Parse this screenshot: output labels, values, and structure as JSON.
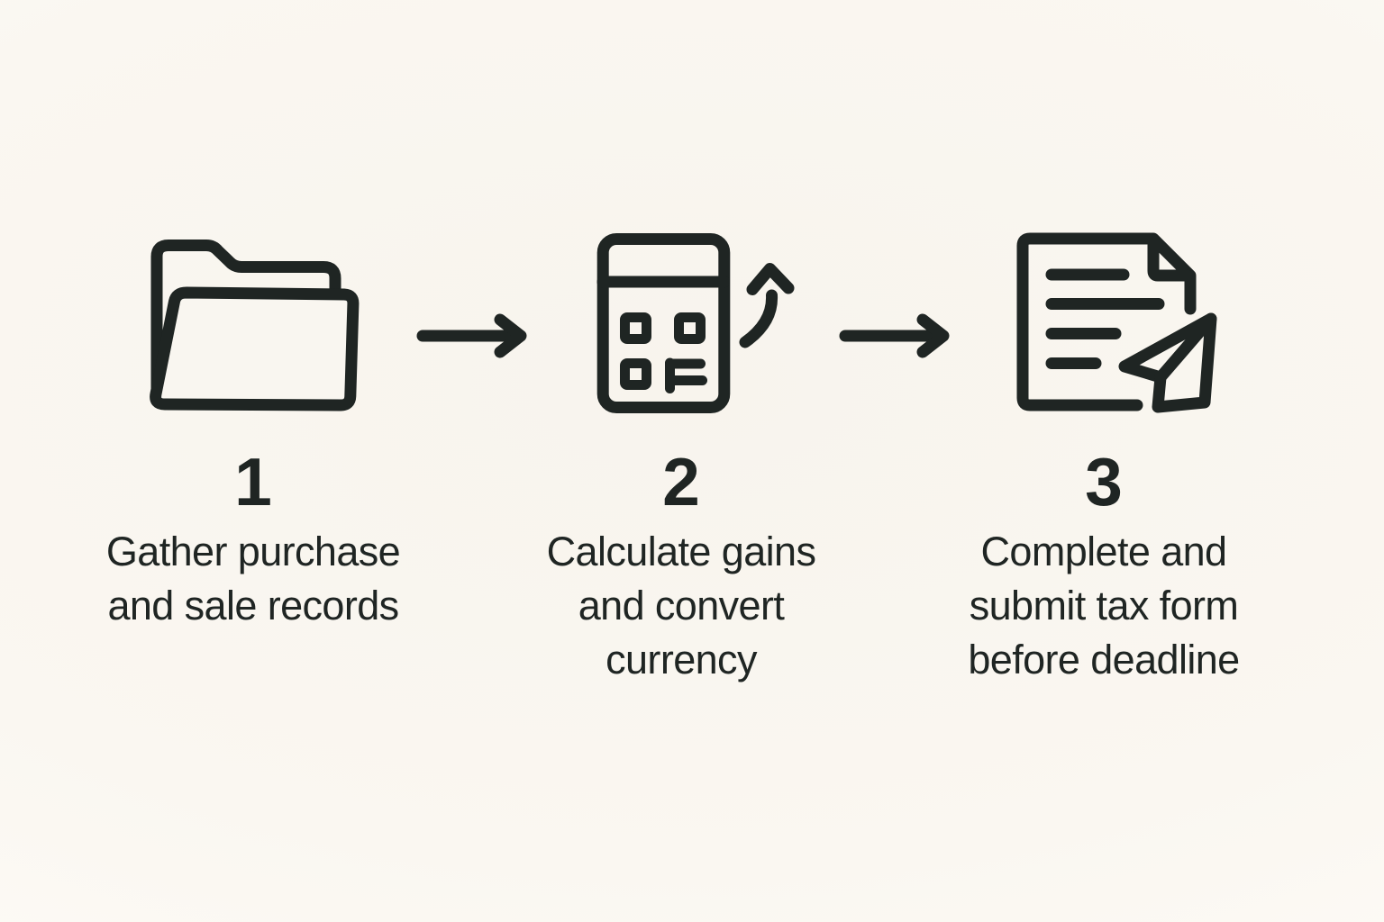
{
  "theme": {
    "background": "#faf7f1",
    "ink": "#1f2523",
    "paper": "#f9f6f0"
  },
  "diagram": {
    "kind": "three-step-process",
    "steps": [
      {
        "number": "1",
        "icon": "open-folder-icon",
        "caption": "Gather purchase and sale records",
        "caption_lines": [
          "Gather purchase",
          "and sale records"
        ]
      },
      {
        "number": "2",
        "icon": "calculator-with-up-arrow-icon",
        "caption": "Calculate gains and convert currency",
        "caption_lines": [
          "Calculate gains",
          "and convert",
          "currency"
        ]
      },
      {
        "number": "3",
        "icon": "document-paper-plane-icon",
        "caption": "Complete and submit tax form before deadline",
        "caption_lines": [
          "Complete and",
          "submit tax form",
          "before deadline"
        ]
      }
    ],
    "connectors": [
      {
        "icon": "arrow-right"
      },
      {
        "icon": "arrow-right"
      }
    ]
  }
}
